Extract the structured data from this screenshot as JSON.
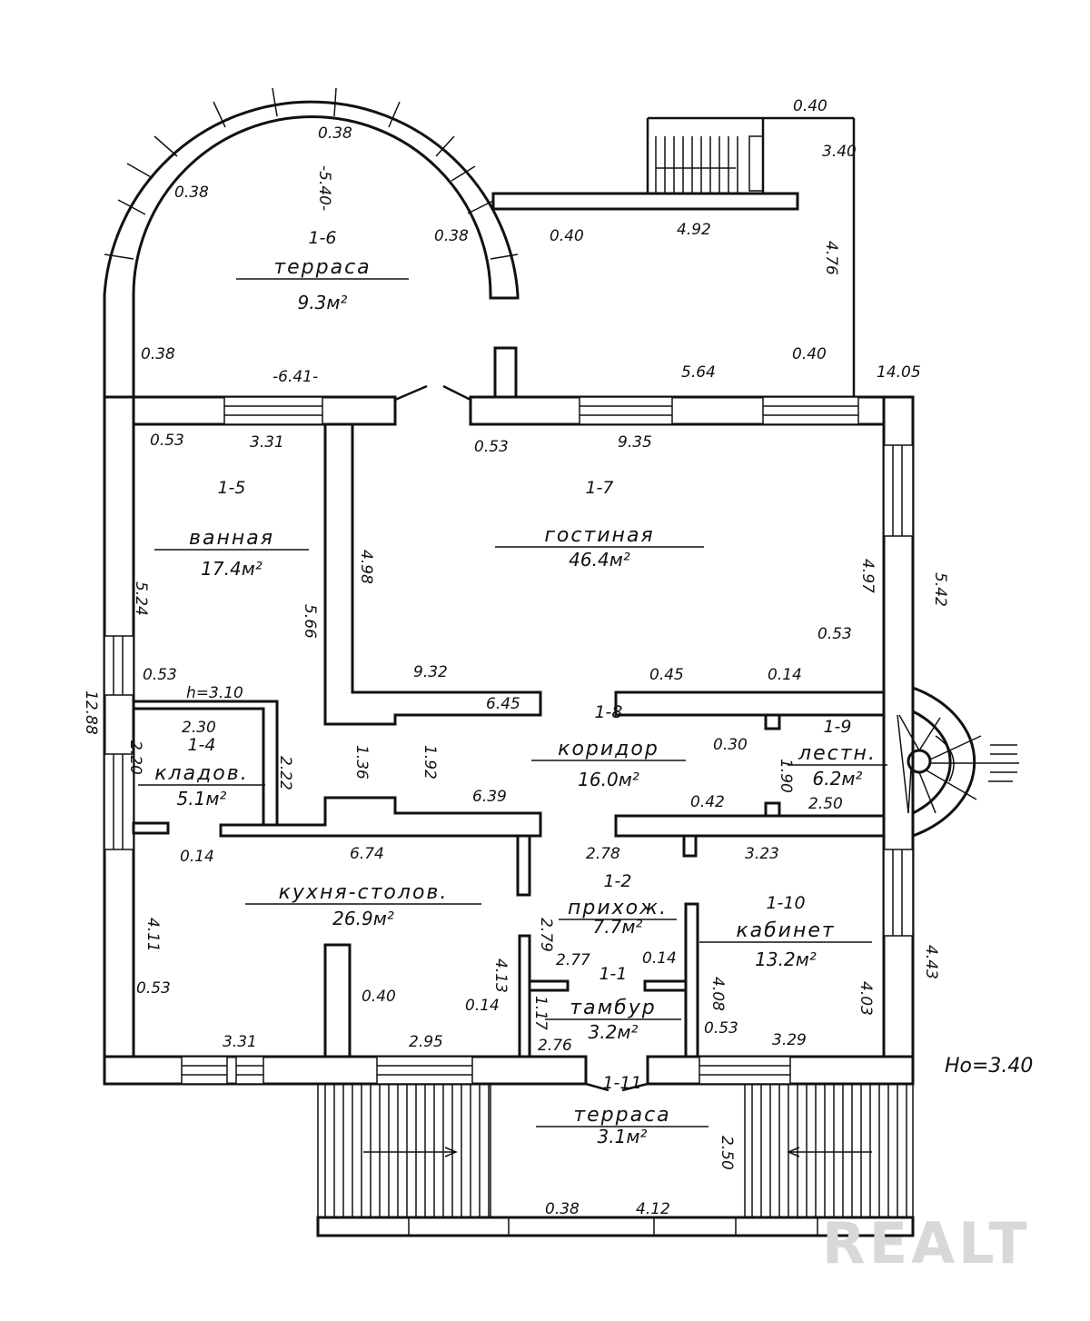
{
  "rooms": [
    {
      "number": "1-6",
      "name": "терраса",
      "area": "9.3м²"
    },
    {
      "number": "1-5",
      "name": "ванная",
      "area": "17.4м²"
    },
    {
      "number": "1-7",
      "name": "гостиная",
      "area": "46.4м²"
    },
    {
      "number": "1-4",
      "name": "кладов.",
      "area": "5.1м²"
    },
    {
      "number": "1-8",
      "name": "коридор",
      "area": "16.0м²"
    },
    {
      "number": "1-9",
      "name": "лестн.",
      "area": "6.2м²"
    },
    {
      "number": "",
      "name": "кухня-столов.",
      "area": "26.9м²"
    },
    {
      "number": "1-2",
      "name": "прихож.",
      "area": "7.7м²"
    },
    {
      "number": "1-10",
      "name": "кабинет",
      "area": "13.2м²"
    },
    {
      "number": "1-1",
      "name": "тамбур",
      "area": "3.2м²"
    },
    {
      "number": "1-11",
      "name": "терраса",
      "area": "3.1м²"
    }
  ],
  "dimensions": [
    "0.40",
    "3.40",
    "0.38",
    "-5.40-",
    "0.38",
    "0.38",
    "0.40",
    "4.92",
    "4.76",
    "0.38",
    "-6.41-",
    "5.64",
    "0.40",
    "14.05",
    "0.53",
    "3.31",
    "0.53",
    "9.35",
    "5.24",
    "5.66",
    "4.98",
    "4.97",
    "5.42",
    "0.53",
    "12.88",
    "0.53",
    "h=3.10",
    "9.32",
    "0.45",
    "0.14",
    "2.30",
    "2.20",
    "2.22",
    "1.36",
    "1.92",
    "6.45",
    "0.30",
    "1.90",
    "0.42",
    "2.50",
    "6.39",
    "0.14",
    "6.74",
    "2.78",
    "3.23",
    "4.11",
    "2.79",
    "4.43",
    "4.13",
    "2.77",
    "0.14",
    "4.08",
    "4.03",
    "0.53",
    "0.40",
    "0.14",
    "1.17",
    "2.76",
    "0.53",
    "3.29",
    "3.31",
    "2.95",
    "2.50",
    "0.38",
    "4.12"
  ],
  "note": "Hо=3.40",
  "watermark": "REALT"
}
